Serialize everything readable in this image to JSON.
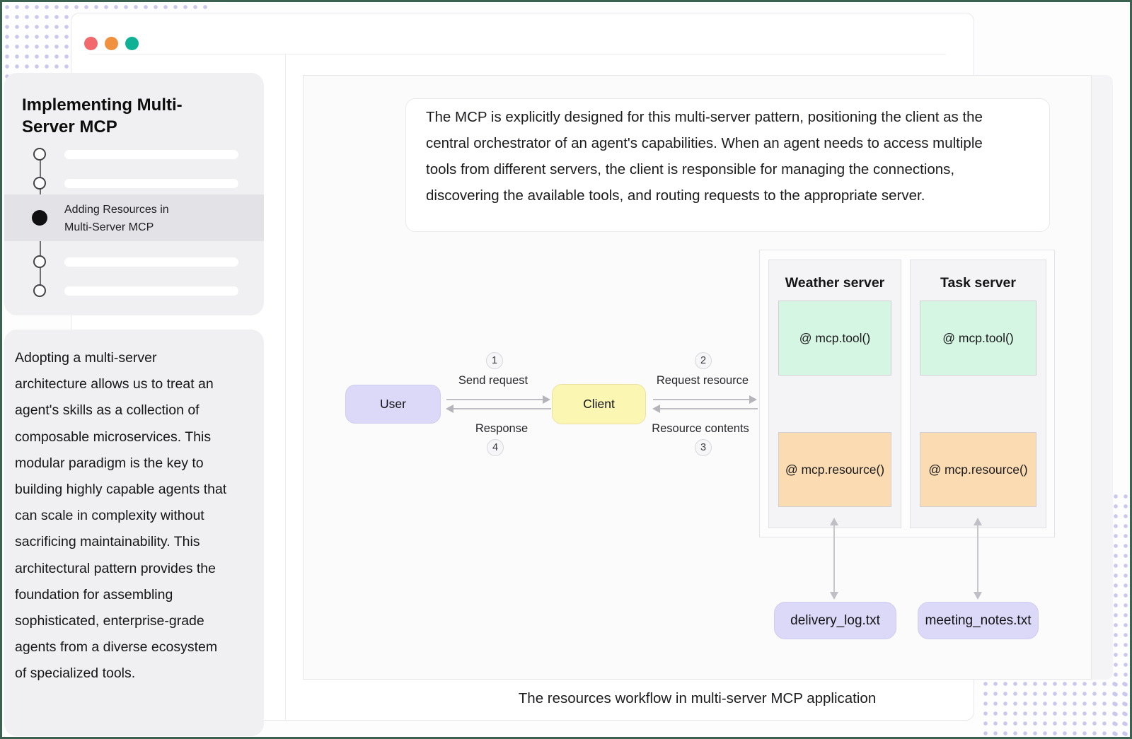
{
  "window": {
    "traffic_lights": {
      "close_color": "#f2696d",
      "minimize_color": "#f0913f",
      "zoom_color": "#10b295"
    }
  },
  "sidebar": {
    "title": "Implementing Multi-\nServer MCP",
    "active_step": {
      "label": "Adding Resources in\nMulti-Server MCP"
    },
    "paragraph": "Adopting a multi-server\narchitecture allows us to treat an\nagent's skills as a collection of\ncomposable microservices. This\nmodular paradigm is the key to\nbuilding highly capable agents that\ncan scale in complexity without\nsacrificing maintainability. This\narchitectural pattern provides the\nfoundation for assembling\nsophisticated, enterprise-grade\nagents from a diverse ecosystem\nof specialized tools."
  },
  "content": {
    "intro": "The MCP is explicitly designed for this multi-server pattern, positioning the client as the\ncentral orchestrator of an agent's capabilities. When an agent needs to access multiple\ntools from different servers, the client is responsible for managing the connections,\ndiscovering the available tools, and routing requests to the appropriate server.",
    "caption": "The resources workflow in multi-server MCP application"
  },
  "diagram": {
    "nodes": {
      "user": "User",
      "client": "Client"
    },
    "flows": [
      {
        "num": "1",
        "label": "Send request"
      },
      {
        "num": "2",
        "label": "Request resource"
      },
      {
        "num": "3",
        "label": "Resource contents"
      },
      {
        "num": "4",
        "label": "Response"
      }
    ],
    "servers": [
      {
        "title": "Weather server",
        "tool": "@ mcp.tool()",
        "resource": "@ mcp.resource()",
        "file": "delivery_log.txt"
      },
      {
        "title": "Task server",
        "tool": "@ mcp.tool()",
        "resource": "@ mcp.resource()",
        "file": "meeting_notes.txt"
      }
    ],
    "colors": {
      "user_node": "#dcd9f8",
      "client_node": "#fbf7b3",
      "tool_box": "#d6f6e4",
      "resource_box": "#fbdcb2",
      "file_box": "#dcd9f8",
      "dots": "#cbc8ee",
      "frame_border": "#3b6150"
    }
  }
}
